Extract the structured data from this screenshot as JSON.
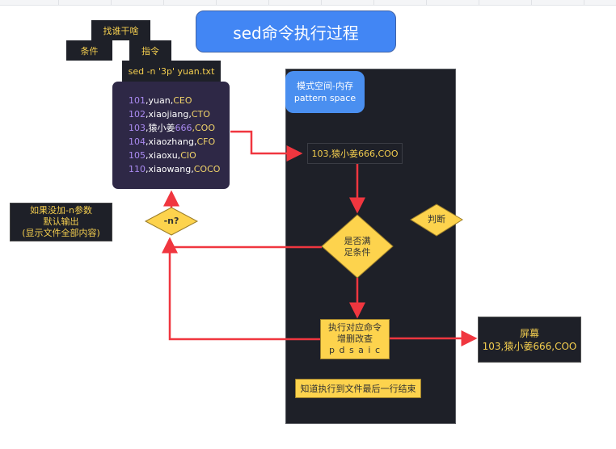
{
  "title": "sed命令执行过程",
  "labels": {
    "who_what": "找谁干啥",
    "condition": "条件",
    "command": "指令",
    "sed_cmd": "sed -n '3p' yuan.txt"
  },
  "file_lines": [
    {
      "num": "101",
      "name": "yuan,",
      "role": "CEO"
    },
    {
      "num": "102",
      "name": "xiaojiang,",
      "role": "CTO"
    },
    {
      "num": "103",
      "name": "猿小姜",
      "extra": "666",
      "role": ",COO"
    },
    {
      "num": "104",
      "name": "xiaozhang,",
      "role": "CFO"
    },
    {
      "num": "105",
      "name": "xiaoxu,",
      "role": "CIO"
    },
    {
      "num": "110",
      "name": "xiaowang,",
      "role": "COCO"
    }
  ],
  "no_n_note": [
    "如果没加-n参数",
    "默认输出",
    "(显示文件全部内容)"
  ],
  "n_decision": "-n?",
  "pattern_space": [
    "模式空间-内存",
    "pattern space"
  ],
  "current_line": "103,猿小姜666,COO",
  "judge_label": "判断",
  "condition_decision": [
    "是否满",
    "足条件"
  ],
  "execute_box": [
    "执行对应命令",
    "增删改查",
    "p d s a i c"
  ],
  "loop_note": "知道执行到文件最后一行结束",
  "screen": {
    "title": "屏幕",
    "output": "103,猿小姜666,COO"
  },
  "colors": {
    "title_blue": "#4286f4",
    "dark": "#1e2028",
    "accent_yellow": "#fdd34d",
    "arrow_red": "#f0363f"
  }
}
